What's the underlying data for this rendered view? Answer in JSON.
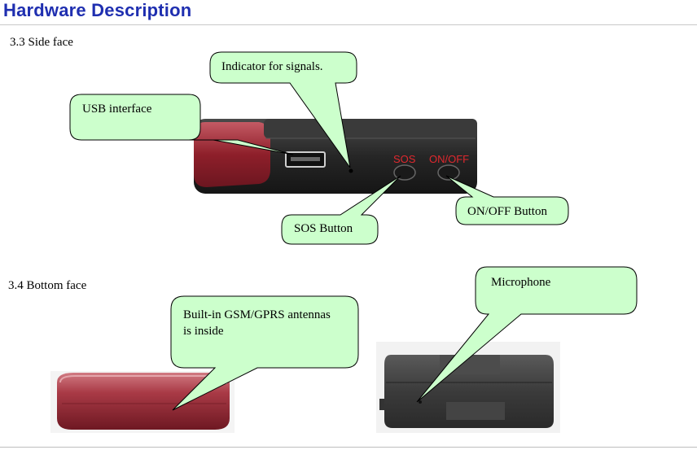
{
  "page": {
    "title": "Hardware Description"
  },
  "sections": {
    "side": "3.3 Side face",
    "bottom": "3.4 Bottom face"
  },
  "device_labels": {
    "sos": "SOS",
    "onoff": "ON/OFF"
  },
  "callouts": {
    "indicator": "Indicator for signals.",
    "usb": "USB interface",
    "sos_button": "SOS Button",
    "onoff_button": "ON/OFF Button",
    "antenna_line1": "Built-in GSM/GPRS antennas",
    "antenna_line2": "is inside",
    "microphone": "Microphone"
  },
  "colors": {
    "title": "#1f2fb0",
    "bubble_fill": "#ccffcc",
    "device_body": "#2b2b2b",
    "device_red": "#a0202c",
    "device_label": "#e0282e"
  }
}
